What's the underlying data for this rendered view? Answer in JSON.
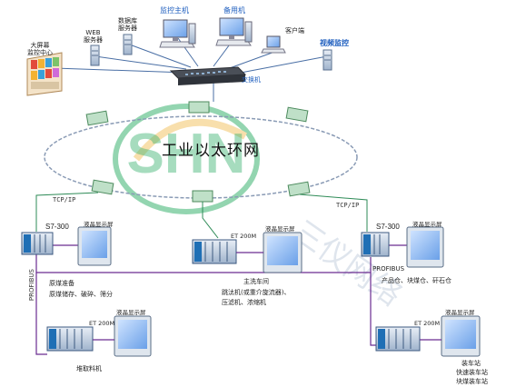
{
  "top": {
    "big_screen_label": [
      "大屏幕",
      "监控中心"
    ],
    "web_server_label": [
      "WEB",
      "服务器"
    ],
    "db_server_label": [
      "数据库",
      "服务器"
    ],
    "monitor_host_label": "监控主机",
    "backup_host_label": "备用机",
    "client_label": "客户端",
    "video_label": "视频监控",
    "switch_label": "交换机"
  },
  "ring": {
    "title": "工业以太环网",
    "left_link": "TCP/IP",
    "right_link": "TCP/IP"
  },
  "left_station": {
    "plc_label": "S7-300",
    "lcd_label": "液晶显示屏",
    "bus_label": "PROFIBUS",
    "title": "原煤准备",
    "subtitle": "原煤储存、破碎、筛分"
  },
  "left_bottom": {
    "et_label": "ET 200M",
    "lcd_label": "液晶显示屏",
    "title": "堆取料机"
  },
  "center_station": {
    "et_label": "ET 200M",
    "lcd_label": "液晶显示屏",
    "title": "主洗车间",
    "line1": "跳汰机(或重介旋流器)、",
    "line2": "压滤机、浓缩机"
  },
  "right_station": {
    "plc_label": "S7-300",
    "lcd_label": "液晶显示屏",
    "bus_label": "PROFIBUS",
    "title": "产品仓、块煤仓、矸石仓"
  },
  "right_bottom": {
    "et_label": "ET 200M",
    "lcd_label": "液晶显示屏",
    "line1": "装车站",
    "line2": "快速装车站",
    "line3": "块煤装车站"
  },
  "watermark": {
    "logo_text": "SHN",
    "cn_text": "三仪网络"
  },
  "colors": {
    "ring": "#8a9bb5",
    "ethernet": "#2e8b57",
    "profibus": "#6a2c91",
    "accent_blue": "#1f5fbf",
    "watermark_green": "#3cb371"
  }
}
